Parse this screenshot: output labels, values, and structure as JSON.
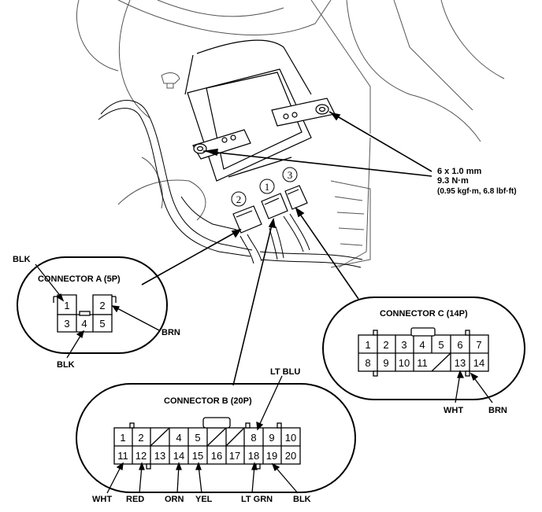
{
  "spec": {
    "line1": "6 x 1.0 mm",
    "line2": "9.3 N·m",
    "line3": "(0.95 kgf·m, 6.8 lbf·ft)"
  },
  "callouts": {
    "one": "①",
    "two": "②",
    "three": "③"
  },
  "connector_a": {
    "title": "CONNECTOR A (5P)",
    "pins": [
      "1",
      "2",
      "3",
      "4",
      "5"
    ],
    "wires": {
      "pin1": "BLK",
      "pin2": "BRN",
      "pin4": "BLK"
    }
  },
  "connector_b": {
    "title": "CONNECTOR B (20P)",
    "pins": [
      "1",
      "2",
      "4",
      "5",
      "8",
      "9",
      "10",
      "11",
      "12",
      "13",
      "14",
      "15",
      "16",
      "17",
      "18",
      "19",
      "20"
    ],
    "wires": {
      "pin8": "LT BLU",
      "pin11": "WHT",
      "pin12": "RED",
      "pin14": "ORN",
      "pin15": "YEL",
      "pin18": "LT GRN",
      "pin19": "BLK"
    }
  },
  "connector_c": {
    "title": "CONNECTOR C (14P)",
    "pins": [
      "1",
      "2",
      "3",
      "4",
      "5",
      "6",
      "7",
      "8",
      "9",
      "10",
      "11",
      "13",
      "14"
    ],
    "wires": {
      "pin13": "WHT",
      "pin14": "BRN"
    }
  }
}
